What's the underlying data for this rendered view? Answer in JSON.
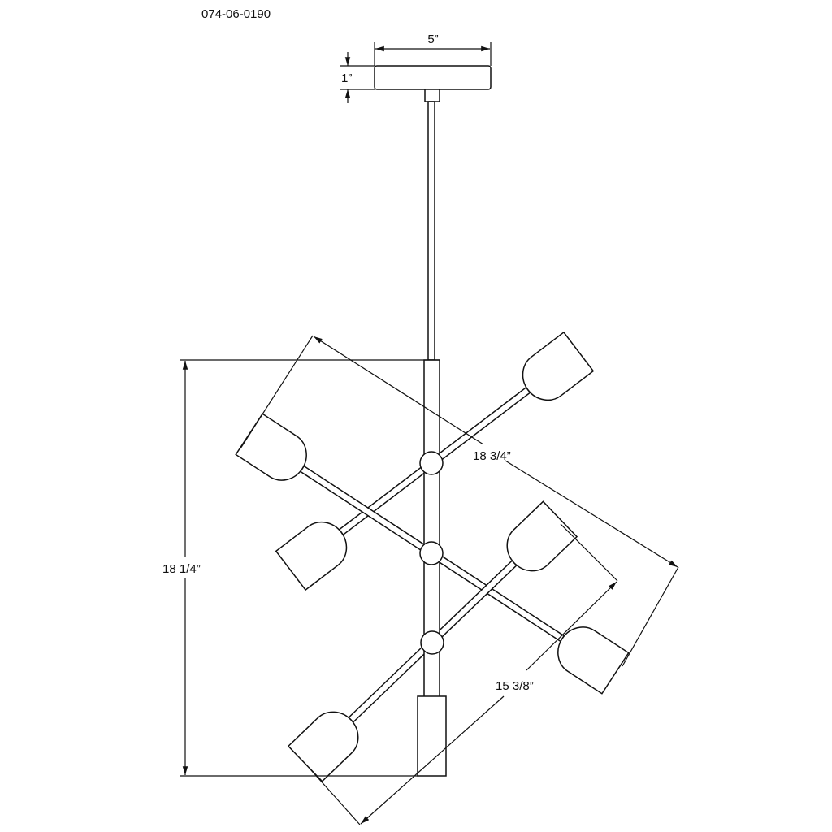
{
  "part_number": "074-06-0190",
  "dimensions": {
    "canopy_width": "5”",
    "canopy_height": "1”",
    "fixture_height": "18 1/4”",
    "upper_arm_span": "18 3/4”",
    "lower_arm_span": "15 3/8”"
  },
  "colors": {
    "line": "#111111",
    "background": "#ffffff"
  }
}
